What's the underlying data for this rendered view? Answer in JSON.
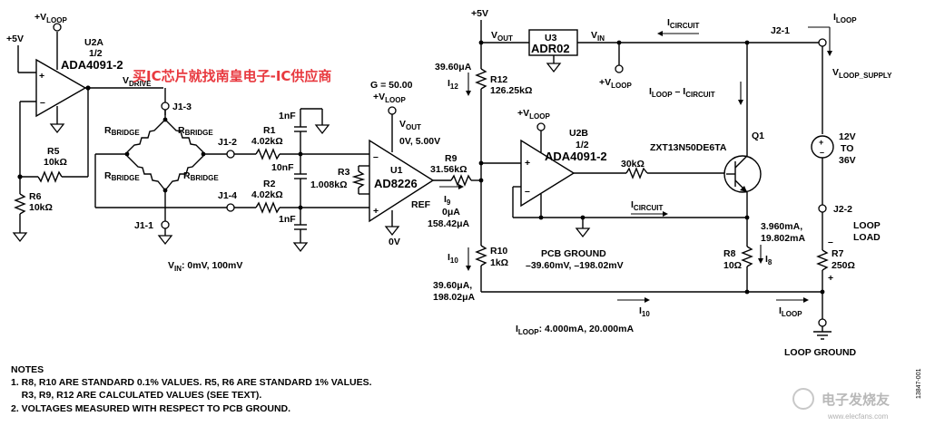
{
  "circuit": {
    "supply_plus5_left": "+5V",
    "supply_plus5_right": "+5V",
    "u2a": {
      "ref": "U2A",
      "half": "1/2",
      "part": "ADA4091-2",
      "vloop": "+V",
      "vloop_sub": "LOOP"
    },
    "vdrive": {
      "main": "V",
      "sub": "DRIVE"
    },
    "r5": {
      "ref": "R5",
      "value": "10kΩ"
    },
    "r6": {
      "ref": "R6",
      "value": "10kΩ"
    },
    "bridge": {
      "label": "R",
      "sub": "BRIDGE"
    },
    "jacks": {
      "j1_3": "J1-3",
      "j1_2": "J1-2",
      "j1_4": "J1-4",
      "j1_1": "J1-1",
      "j2_1": "J2-1",
      "j2_2": "J2-2"
    },
    "r1": {
      "ref": "R1",
      "value": "4.02kΩ"
    },
    "r2": {
      "ref": "R2",
      "value": "4.02kΩ"
    },
    "caps": {
      "c_top": "1nF",
      "c_mid": "10nF",
      "c_bot": "1nF"
    },
    "vin_range": "V",
    "vin_range_sub": "IN",
    "vin_range_values": ": 0mV, 100mV",
    "u1": {
      "ref": "U1",
      "part": "AD8226",
      "gain": "G = 50.00",
      "vloop": "+V",
      "vloop_sub": "LOOP",
      "vout": "V",
      "vout_sub": "OUT",
      "vout_range": "0V, 5.00V",
      "ref_pin": "REF",
      "gnd": "0V"
    },
    "r3": {
      "ref": "R3",
      "value": "1.008kΩ"
    },
    "r9": {
      "ref": "R9",
      "value": "31.56kΩ"
    },
    "i9": {
      "label": "I",
      "sub": "9",
      "v1": "0μA",
      "v2": "158.42μA"
    },
    "r12": {
      "ref": "R12",
      "value": "126.25kΩ",
      "current": "39.60μA",
      "i_label": "I",
      "i_sub": "12"
    },
    "u3": {
      "ref": "U3",
      "part": "ADR02",
      "vout": "V",
      "vout_sub": "OUT",
      "vin": "V",
      "vin_sub": "IN",
      "vloop": "+V",
      "vloop_sub": "LOOP"
    },
    "icircuit": {
      "label": "I",
      "sub": "CIRCUIT"
    },
    "iloop_minus": {
      "a": "I",
      "a_sub": "LOOP",
      "mid": " – I",
      "b_sub": "CIRCUIT"
    },
    "u2b": {
      "ref": "U2B",
      "half": "1/2",
      "part": "ADA4091-2",
      "vloop": "+V",
      "vloop_sub": "LOOP"
    },
    "r_base": "30kΩ",
    "q1": {
      "ref": "Q1",
      "part": "ZXT13N50DE6TA"
    },
    "pcb_ground": {
      "label": "PCB GROUND",
      "values": "–39.60mV, –198.02mV"
    },
    "r10": {
      "ref": "R10",
      "value": "1kΩ",
      "i_label": "I",
      "i_sub": "10",
      "v1": "39.60μA,",
      "v2": "198.02μA"
    },
    "r8": {
      "ref": "R8",
      "value": "10Ω",
      "i_label": "I",
      "i_sub": "8",
      "v1": "3.960mA,",
      "v2": "19.802mA"
    },
    "i10_bottom": {
      "label": "I",
      "sub": "10"
    },
    "iloop_bottom": {
      "label": "I",
      "sub": "LOOP"
    },
    "iloop_total": {
      "label": "I",
      "sub": "LOOP",
      "values": ": 4.000mA, 20.000mA"
    },
    "iloop_top": {
      "label": "I",
      "sub": "LOOP"
    },
    "vloop_supply": {
      "label": "V",
      "sub": "LOOP_SUPPLY"
    },
    "supply": {
      "v1": "12V",
      "to": "TO",
      "v2": "36V"
    },
    "loop_load": {
      "l1": "LOOP",
      "l2": "LOAD"
    },
    "r7": {
      "ref": "R7",
      "value": "250Ω"
    },
    "loop_ground": "LOOP GROUND",
    "figure_id": "13847-001"
  },
  "notes": {
    "title": "NOTES",
    "line1": "1. R8, R10 ARE STANDARD 0.1% VALUES. R5, R6 ARE STANDARD 1% VALUES.",
    "line2": "    R3, R9, R12 ARE CALCULATED VALUES (SEE TEXT).",
    "line3": "2. VOLTAGES MEASURED WITH RESPECT TO PCB GROUND."
  },
  "watermark": {
    "center_text": "买IC芯片就找南皇电子-IC供应商",
    "corner_text": "电子发烧友",
    "corner_url": "www.elecfans.com"
  }
}
